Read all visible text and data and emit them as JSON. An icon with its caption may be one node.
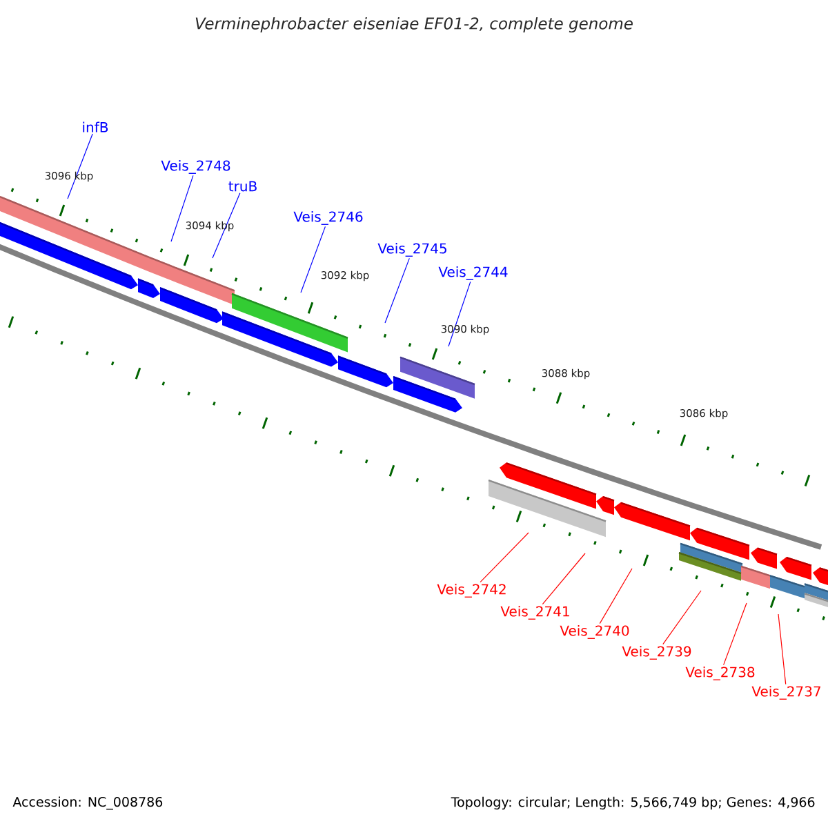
{
  "diagram": {
    "title": "Verminephrobacter eiseniae EF01-2, complete genome",
    "nodes": [
      {
        "text": [
          "infB"
        ]
      },
      {
        "text": [
          "Veis_2748"
        ]
      },
      {
        "text": [
          "truB"
        ]
      },
      {
        "text": [
          "Veis_2746"
        ]
      },
      {
        "text": [
          "Veis_2745"
        ]
      },
      {
        "text": [
          "Veis_2744"
        ]
      },
      {
        "text": [
          "Veis_2742"
        ]
      },
      {
        "text": [
          "Veis_2741"
        ]
      },
      {
        "text": [
          "Veis_2740"
        ]
      },
      {
        "text": [
          "Veis_2739"
        ]
      },
      {
        "text": [
          "Veis_2738"
        ]
      },
      {
        "text": [
          "Veis_2737"
        ]
      }
    ],
    "edges": [
      {
        "from": 0,
        "to": null,
        "arrow": "none",
        "color": "#0000ff"
      },
      {
        "from": 1,
        "to": null,
        "arrow": "none",
        "color": "#0000ff"
      },
      {
        "from": 2,
        "to": null,
        "arrow": "none",
        "color": "#0000ff"
      },
      {
        "from": 3,
        "to": null,
        "arrow": "none",
        "color": "#0000ff"
      },
      {
        "from": 4,
        "to": null,
        "arrow": "none",
        "color": "#0000ff"
      },
      {
        "from": 5,
        "to": null,
        "arrow": "none",
        "color": "#0000ff"
      },
      {
        "from": 6,
        "to": null,
        "arrow": "none",
        "color": "#ff0000"
      },
      {
        "from": 7,
        "to": null,
        "arrow": "none",
        "color": "#ff0000"
      },
      {
        "from": 8,
        "to": null,
        "arrow": "none",
        "color": "#ff0000"
      },
      {
        "from": 9,
        "to": null,
        "arrow": "none",
        "color": "#ff0000"
      },
      {
        "from": 10,
        "to": null,
        "arrow": "none",
        "color": "#ff0000"
      },
      {
        "from": 11,
        "to": null,
        "arrow": "none",
        "color": "#ff0000"
      }
    ],
    "labels": [
      "3096 kbp",
      "3094 kbp",
      "3092 kbp",
      "3090 kbp",
      "3088 kbp",
      "3086 kbp",
      "Accession: NC_008786",
      "Topology: circular; Length: 5,566,749 bp; Genes: 4,966"
    ]
  }
}
